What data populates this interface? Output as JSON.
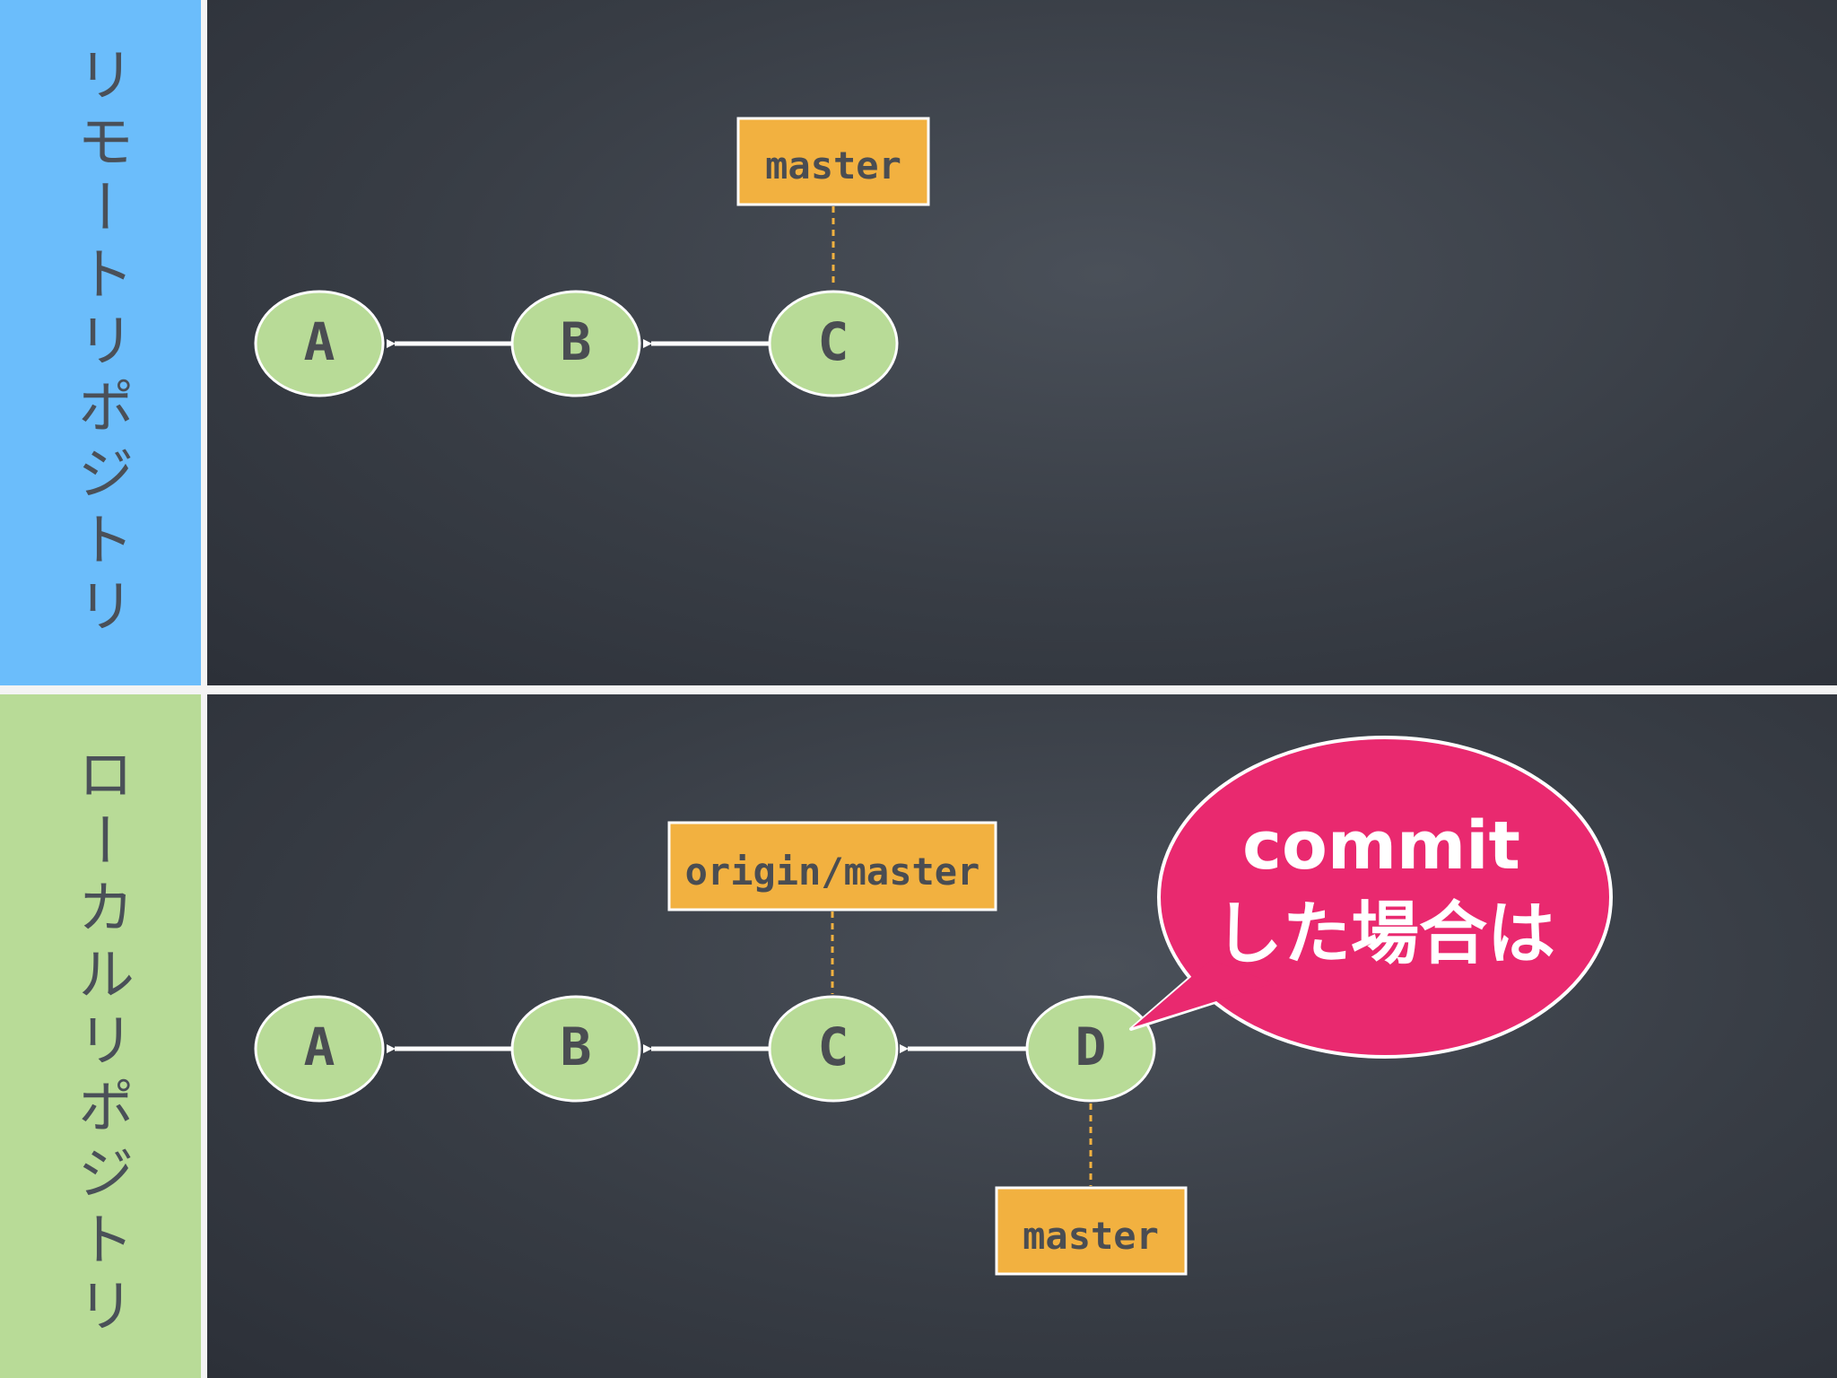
{
  "sidebar": {
    "remote_label": "リモートリポジトリ",
    "local_label": "ローカルリポジトリ"
  },
  "remote": {
    "commits": [
      "A",
      "B",
      "C"
    ],
    "branch": "master"
  },
  "local": {
    "commits": [
      "A",
      "B",
      "C",
      "D"
    ],
    "origin_branch": "origin/master",
    "branch": "master"
  },
  "callout": {
    "line1": "commit",
    "line2": "した場合は"
  },
  "colors": {
    "remote_panel": "#6bbdfb",
    "local_panel": "#b8db97",
    "commit_node": "#b8db97",
    "branch_label": "#f2b140",
    "callout": "#e9296f",
    "board": "#3a3f47"
  }
}
